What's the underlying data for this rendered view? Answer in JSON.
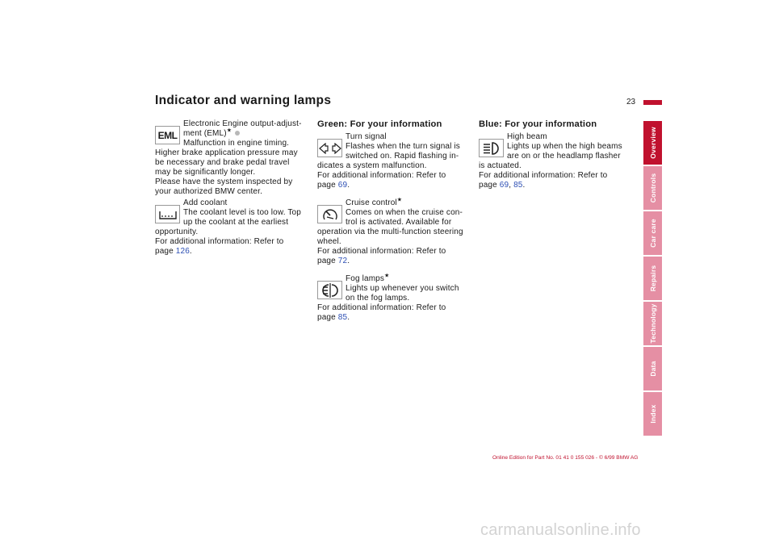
{
  "page_title": "Indicator and warning lamps",
  "page_number": "23",
  "tabs": [
    "Overview",
    "Controls",
    "Car care",
    "Repairs",
    "Technology",
    "Data",
    "Index"
  ],
  "active_tab": "Overview",
  "col1": {
    "eml": {
      "icon": "eml-icon",
      "icon_text": "EML",
      "top_lines": [
        "Electronic Engine output-adjust-",
        "ment (EML)",
        "Malfunction in engine timing."
      ],
      "body_lines": [
        "Higher brake application pressure may",
        "be necessary and brake pedal travel",
        "may be significantly longer.",
        "Please have the system inspected by",
        "your authorized BMW center."
      ]
    },
    "coolant": {
      "icon": "coolant-icon",
      "top_lines": [
        "Add coolant",
        "The coolant level is too low. Top",
        "up the coolant at the earliest"
      ],
      "body_lines": [
        "opportunity.",
        "For additional information: Refer to"
      ],
      "page_prefix": "page ",
      "page_ref": "126",
      "suffix": "."
    }
  },
  "col2": {
    "heading": "Green: For your information",
    "turn": {
      "icon": "turn-signal-icon",
      "top_lines": [
        "Turn signal",
        "Flashes when the turn signal is",
        "switched on. Rapid flashing in-"
      ],
      "body_lines": [
        "dicates a system malfunction.",
        "For additional information: Refer to"
      ],
      "page_prefix": "page ",
      "page_ref": "69",
      "suffix": "."
    },
    "cruise": {
      "icon": "cruise-control-icon",
      "top_lines": [
        "Cruise control",
        "Comes on when the cruise con-",
        "trol is activated. Available for"
      ],
      "body_lines": [
        "operation via the multi-function steering",
        "wheel.",
        "For additional information: Refer to"
      ],
      "page_prefix": "page ",
      "page_ref": "72",
      "suffix": "."
    },
    "fog": {
      "icon": "fog-lamps-icon",
      "top_lines": [
        "Fog lamps",
        "Lights up whenever you switch",
        "on the fog lamps."
      ],
      "body_lines": [
        "For additional information: Refer to"
      ],
      "page_prefix": "page ",
      "page_ref": "85",
      "suffix": "."
    }
  },
  "col3": {
    "heading": "Blue: For your information",
    "high": {
      "icon": "high-beam-icon",
      "top_lines": [
        "High beam",
        "Lights up when the high beams",
        "are on or the headlamp flasher"
      ],
      "body_lines": [
        "is actuated.",
        "For additional information: Refer to"
      ],
      "page_prefix": "page ",
      "page_ref_1": "69",
      "sep": ", ",
      "page_ref_2": "85",
      "suffix": "."
    }
  },
  "footer": "Online Edition for Part No. 01 41 0 155 026 - © 6/99 BMW AG",
  "watermark": "carmanualsonline.info",
  "colors": {
    "accent": "#c0112e",
    "tab_inactive": "#e58fa4",
    "link": "#2d4fb4"
  }
}
